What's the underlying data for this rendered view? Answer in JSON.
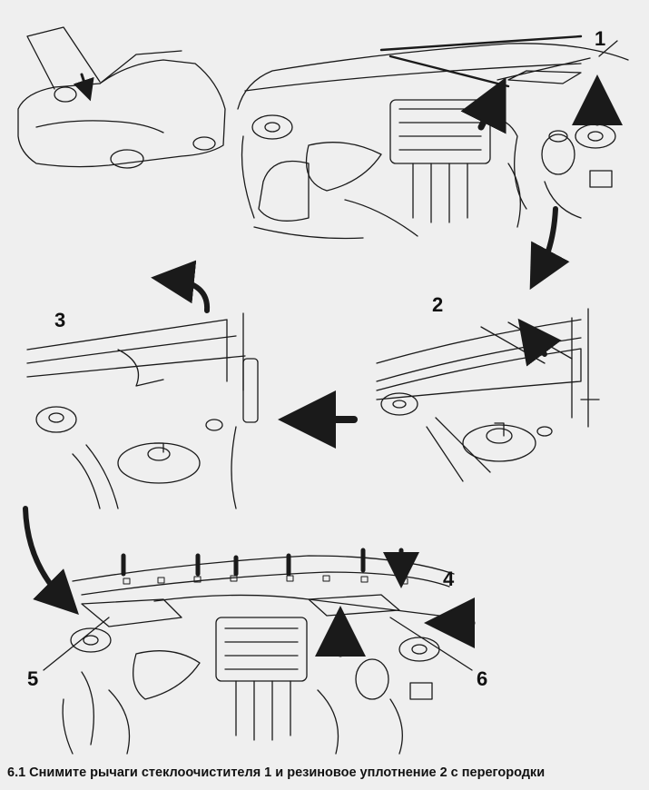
{
  "callouts": {
    "n1": "1",
    "n2": "2",
    "n3": "3",
    "n4": "4",
    "n5": "5",
    "n6": "6"
  },
  "caption": "6.1 Снимите рычаги стеклоочистителя 1 и резиновое уплотнение 2 с перегородки",
  "colors": {
    "paper": "#efefef",
    "line": "#1a1a1a",
    "ghost": "#b9b9b9"
  }
}
